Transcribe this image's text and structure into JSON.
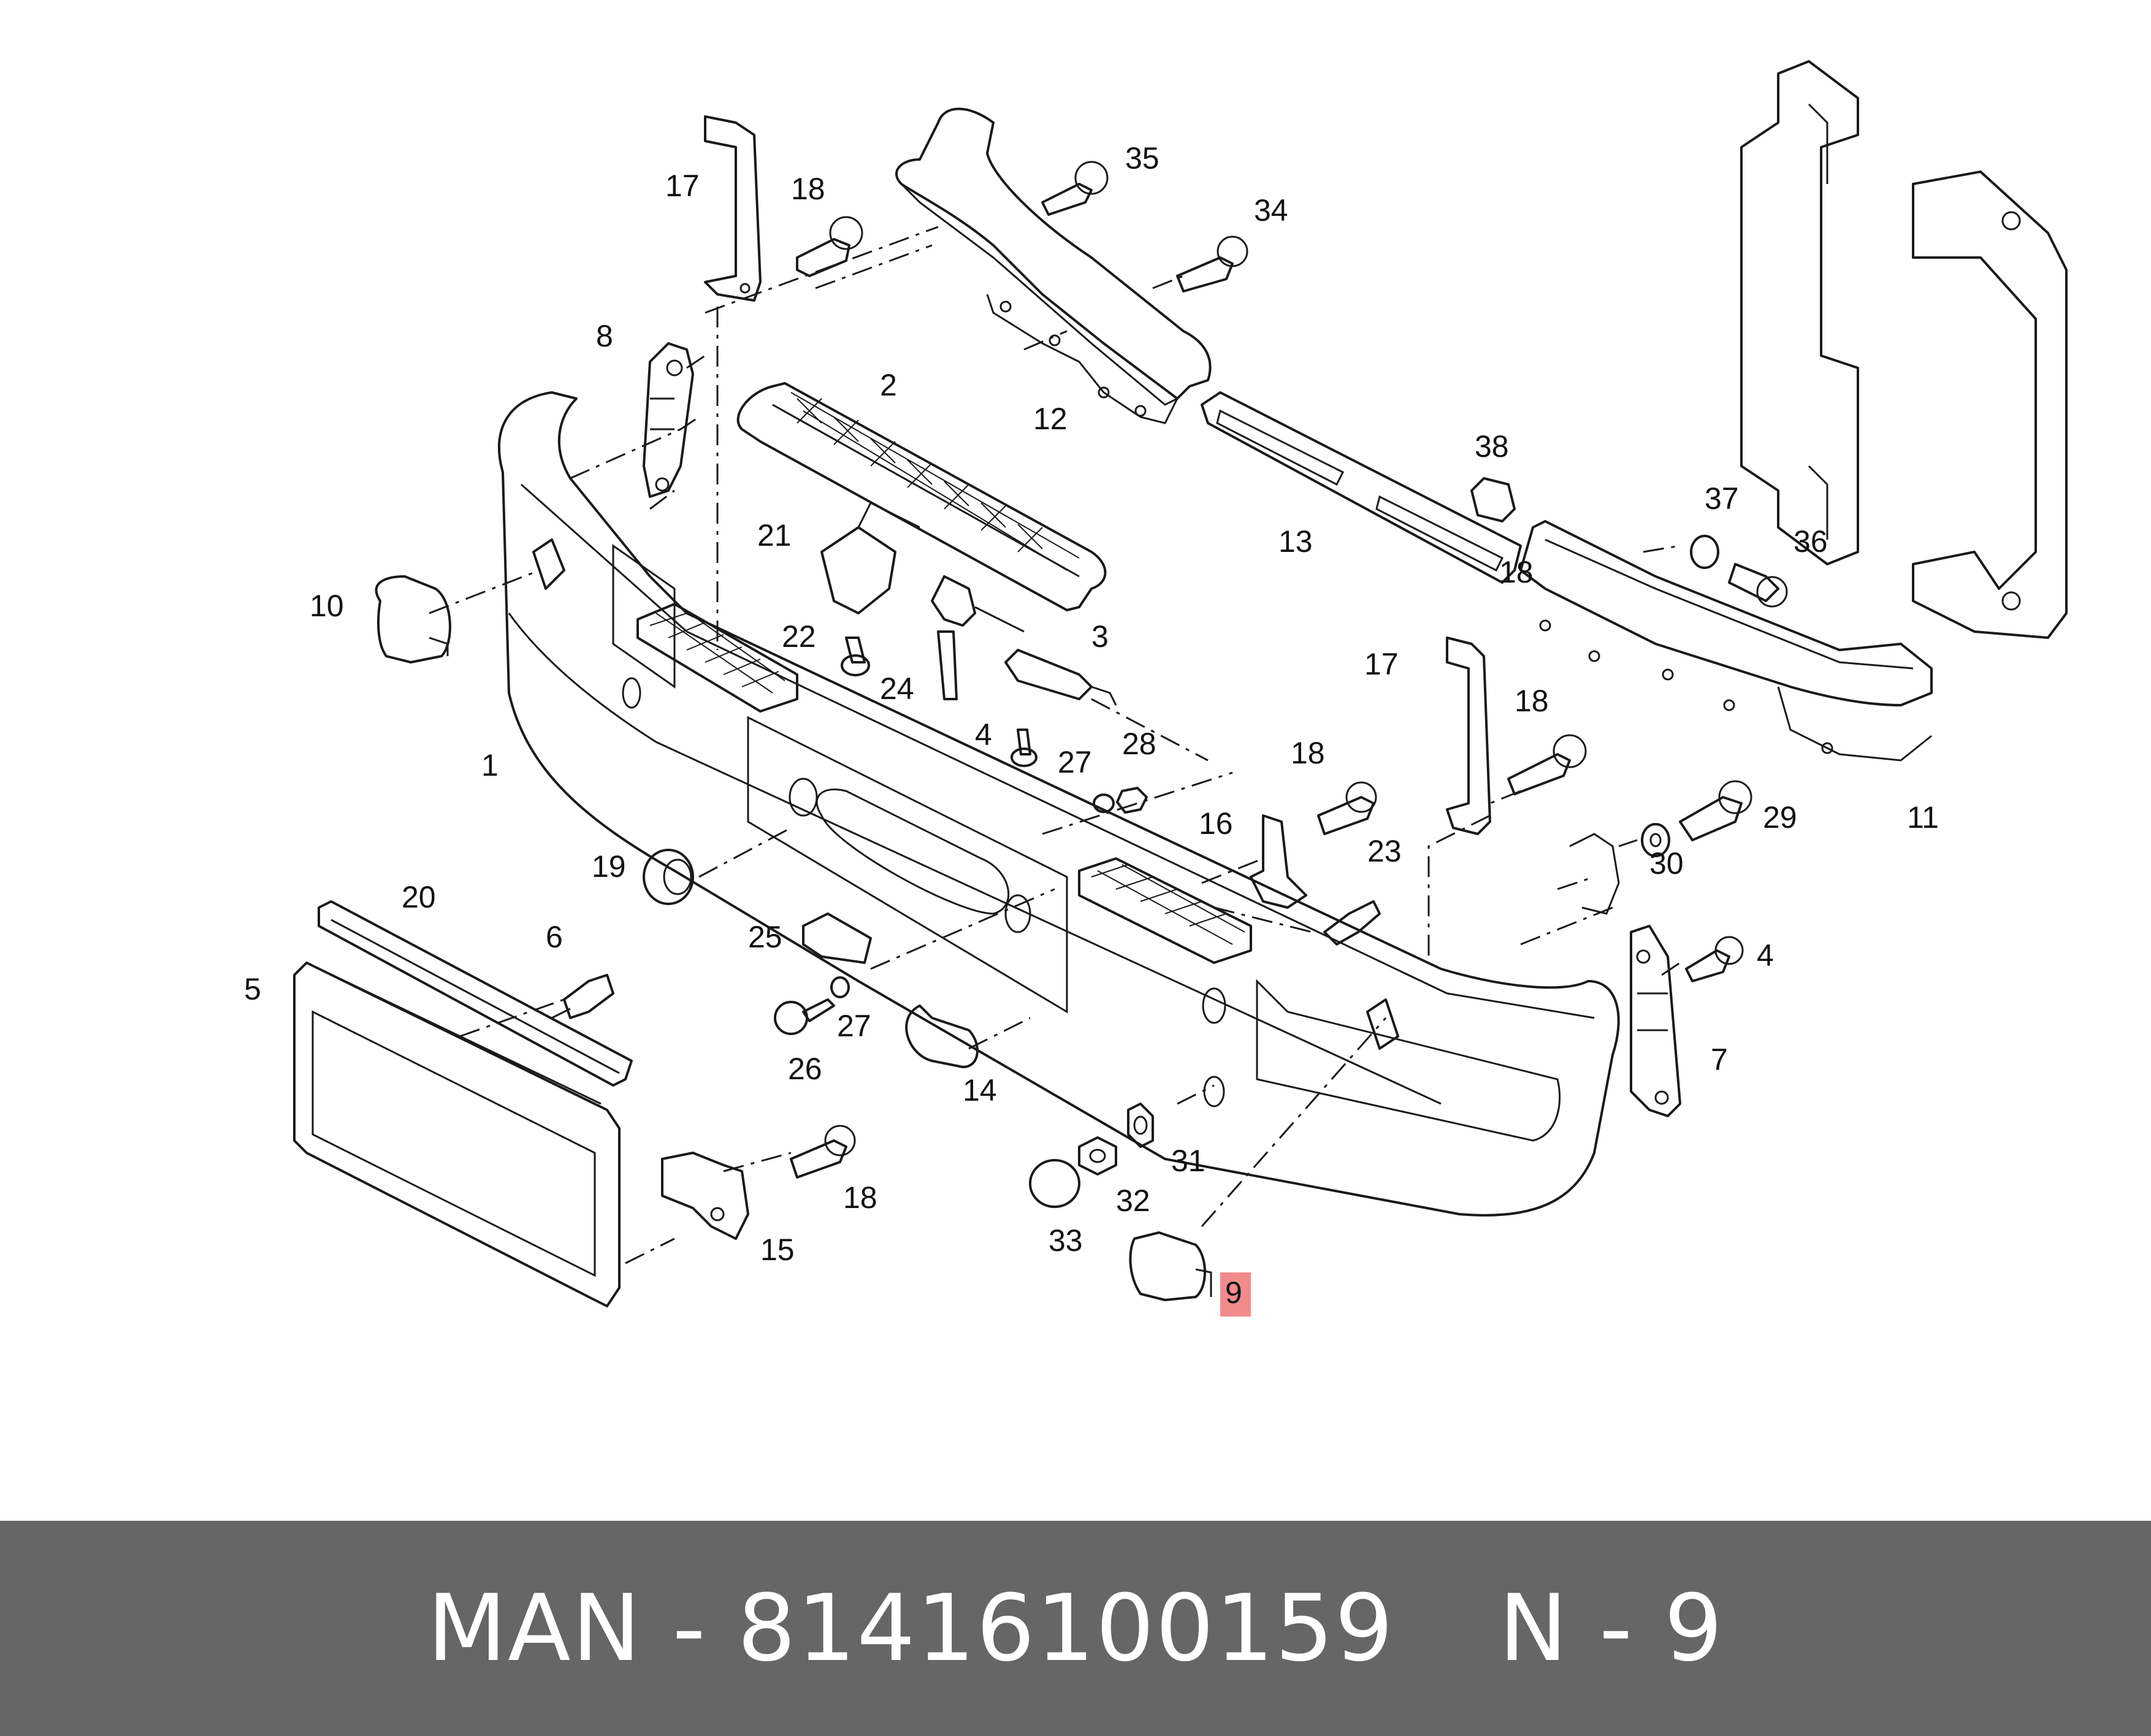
{
  "callouts": [
    {
      "n": "1"
    },
    {
      "n": "2"
    },
    {
      "n": "3"
    },
    {
      "n": "4"
    },
    {
      "n": "4"
    },
    {
      "n": "5"
    },
    {
      "n": "6"
    },
    {
      "n": "7"
    },
    {
      "n": "8"
    },
    {
      "n": "9"
    },
    {
      "n": "10"
    },
    {
      "n": "11"
    },
    {
      "n": "12"
    },
    {
      "n": "13"
    },
    {
      "n": "14"
    },
    {
      "n": "15"
    },
    {
      "n": "16"
    },
    {
      "n": "17"
    },
    {
      "n": "17"
    },
    {
      "n": "18"
    },
    {
      "n": "18"
    },
    {
      "n": "18"
    },
    {
      "n": "18"
    },
    {
      "n": "18"
    },
    {
      "n": "19"
    },
    {
      "n": "20"
    },
    {
      "n": "21"
    },
    {
      "n": "22"
    },
    {
      "n": "23"
    },
    {
      "n": "24"
    },
    {
      "n": "25"
    },
    {
      "n": "26"
    },
    {
      "n": "27"
    },
    {
      "n": "27"
    },
    {
      "n": "28"
    },
    {
      "n": "29"
    },
    {
      "n": "30"
    },
    {
      "n": "31"
    },
    {
      "n": "32"
    },
    {
      "n": "33"
    },
    {
      "n": "34"
    },
    {
      "n": "35"
    },
    {
      "n": "36"
    },
    {
      "n": "37"
    },
    {
      "n": "38"
    }
  ],
  "highlight": {
    "n": "9",
    "color": "#f28b8b"
  },
  "footer": {
    "brand": "MAN - 81416100159",
    "ref": "N - 9",
    "background": "#666666"
  }
}
